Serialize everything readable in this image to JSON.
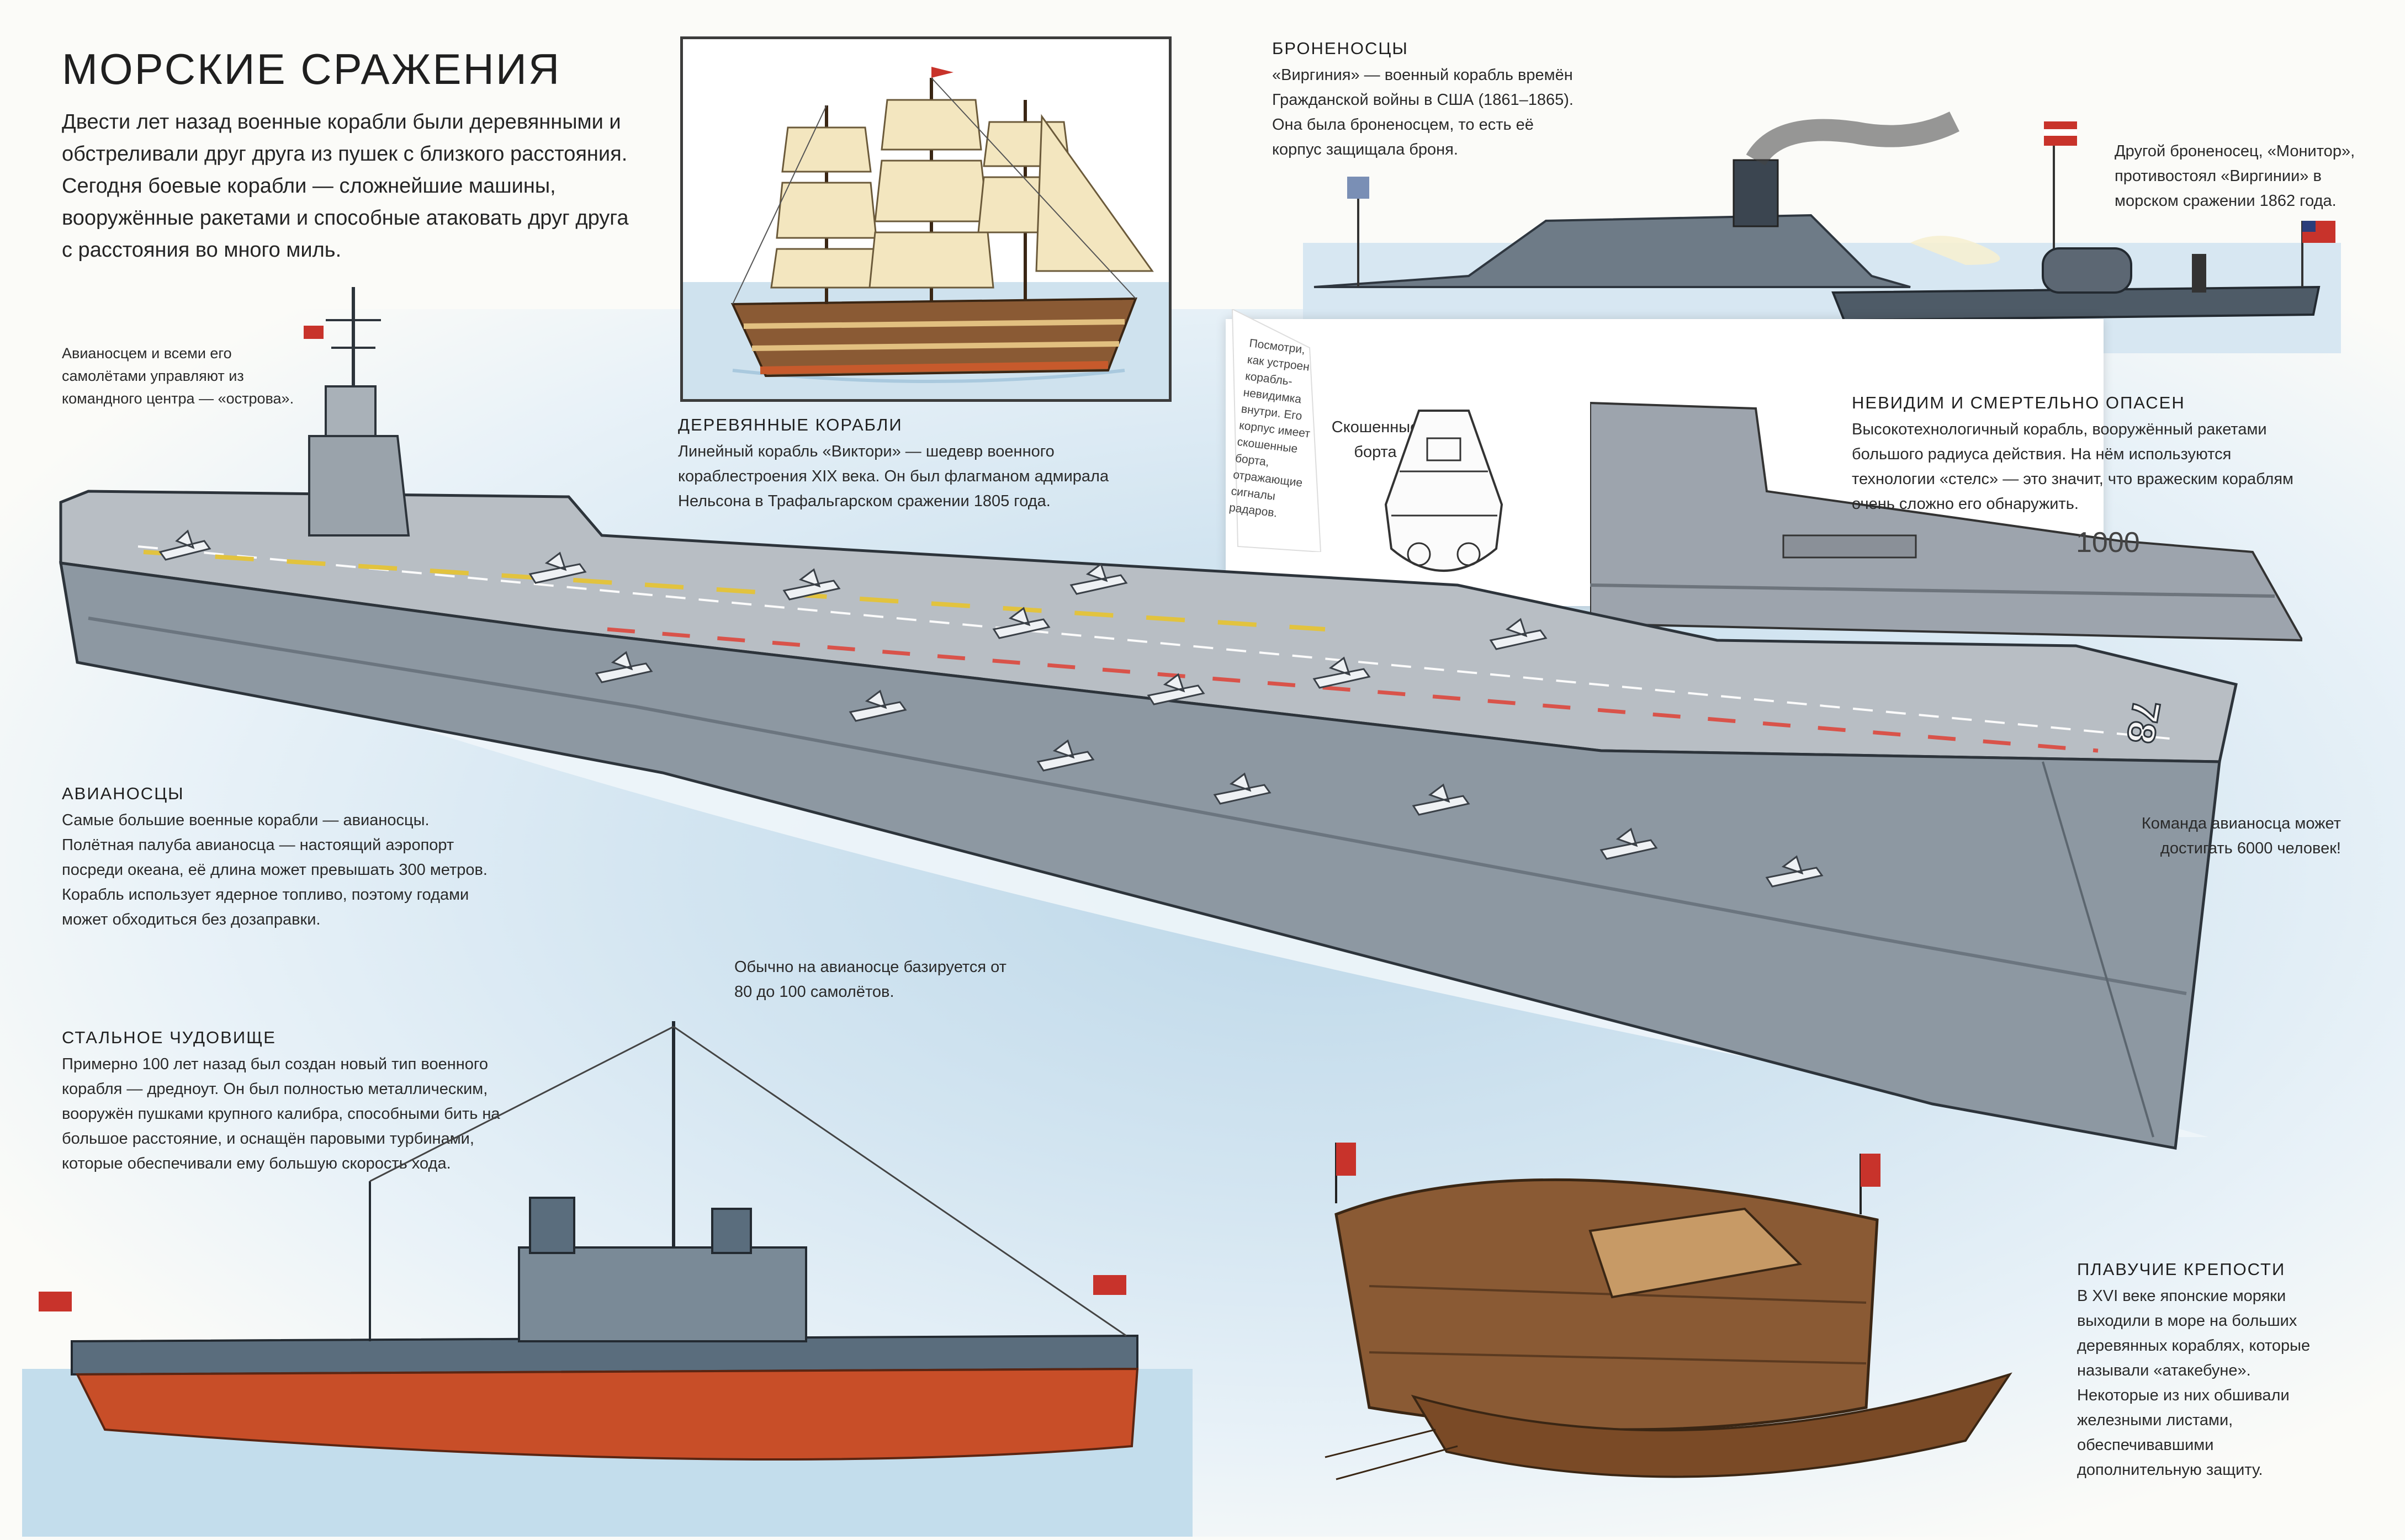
{
  "page": {
    "title": "МОРСКИЕ СРАЖЕНИЯ",
    "intro": "Двести лет назад военные корабли были деревянными и обстреливали друг друга из пушек с близкого расстояния. Сегодня боевые корабли — сложнейшие машины, вооружённые ракетами и способные атаковать друг друга с расстояния во много миль."
  },
  "sections": {
    "carrier_island": "Авианосцем и всеми его самолётами управляют из командного центра — «острова».",
    "wooden": {
      "title": "ДЕРЕВЯННЫЕ КОРАБЛИ",
      "text": "Линейный корабль «Виктори» — шедевр военного кораблестроения XIX века. Он был флагманом адмирала Нельсона в Трафальгарском сражении 1805 года."
    },
    "ironclads": {
      "title": "БРОНЕНОСЦЫ",
      "text": "«Виргиния» — военный корабль времён Гражданской войны в США (1861–1865). Она была броненосцем, то есть её корпус защищала броня.",
      "monitor": "Другой броненосец, «Монитор», противостоял «Виргинии» в морском сражении 1862 года."
    },
    "flap_text": "Посмотри, как устроен корабль-невидимка внутри. Его корпус имеет скошенные борта, отражающие сигналы радаров.",
    "slanted_label": "Скошенные борта",
    "stealth": {
      "title": "НЕВИДИМ И СМЕРТЕЛЬНО ОПАСЕН",
      "text": "Высокотехнологичный корабль, вооружённый ракетами большого радиуса действия. На нём используются технологии «стелс» — это значит, что вражеским кораблям очень сложно его обнаружить.",
      "hull_number": "1000"
    },
    "carriers": {
      "title": "АВИАНОСЦЫ",
      "text": "Самые большие военные корабли — авианосцы. Полётная палуба авианосца — настоящий аэропорт посреди океана, её длина может превышать 300 метров. Корабль использует ядерное топливо, поэтому годами может обходиться без дозаправки."
    },
    "crew": "Команда авианосца может достигать 6000 человек!",
    "planes": "Обычно на авианосце базируется от 80 до 100 самолётов.",
    "carrier_number": "78",
    "steel": {
      "title": "СТАЛЬНОЕ ЧУДОВИЩЕ",
      "text": "Примерно 100 лет назад был создан новый тип военного корабля — дредноут. Он был полностью металлическим, вооружён пушками крупного калибра, способными бить на большое расстояние, и оснащён паровыми турбинами, которые обеспечивали ему большую скорость хода."
    },
    "fortress": {
      "title": "ПЛАВУЧИЕ КРЕПОСТИ",
      "text": "В XVI веке японские моряки выходили в море на больших деревянных кораблях, которые называли «атакебуне». Некоторые из них обшивали железными листами, обеспечивавшими дополнительную защиту."
    }
  },
  "colors": {
    "sea": "#c7dfee",
    "carrier_deck": "#b8bec4",
    "carrier_hull": "#8d98a2",
    "stealth_hull": "#9da4ad",
    "dreadnought_hull": "#5a6d7d",
    "dreadnought_bottom": "#c84e28",
    "sail": "#f3e6bf",
    "wood": "#8a5a34",
    "deck_mark_yellow": "#e2c33e",
    "deck_mark_red": "#d9534a",
    "flag_red": "#c8332b"
  }
}
